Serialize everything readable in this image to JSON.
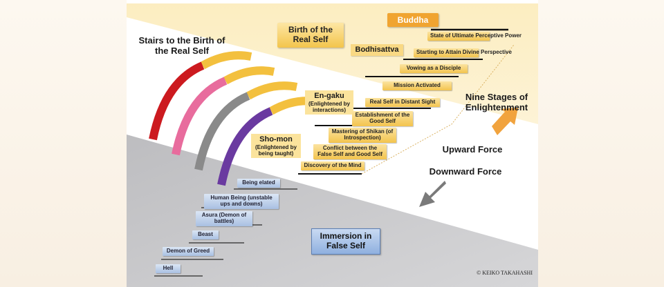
{
  "title_stairs": "Stairs to the Birth of the Real Self",
  "birth_label": "Birth of the Real Self",
  "buddha_label": "Buddha",
  "bodhisattva_label": "Bodhisattva",
  "engaku": {
    "title": "En-gaku",
    "subtitle": "(Enlightened by interactions)"
  },
  "shomon": {
    "title": "Sho-mon",
    "subtitle": "(Enlightened by being taught)"
  },
  "nine_stages_label": "Nine Stages of Enlightenment",
  "upward_force_label": "Upward Force",
  "downward_force_label": "Downward Force",
  "immersion_label": "Immersion in False Self",
  "upper_steps": [
    "State of Ultimate Perceptive Power",
    "Starting to Attain Divine Perspective",
    "Vowing as a Disciple",
    "Mission Activated",
    "Real Self in Distant Sight",
    "Establishment of the Good Self",
    "Mastering of Shikan (of Introspection)",
    "Conflict between the False Self and Good Self",
    "Discovery of the Mind"
  ],
  "lower_steps": [
    "Being elated",
    "Human Being (unstable ups and downs)",
    "Asura (Demon of battles)",
    "Beast",
    "Demon of Greed",
    "Hell"
  ],
  "copyright": "© KEIKO TAKAHASHI",
  "colors": {
    "upper_region": "#fcefc4",
    "lower_region": "#c9c9cb",
    "arch_colors": [
      "#cc1a1f",
      "#e86c9d",
      "#8a8a8a",
      "#6a3aa0"
    ],
    "arrow_orange": "#f1a33e",
    "arrow_gray": "#7a7a7a"
  }
}
